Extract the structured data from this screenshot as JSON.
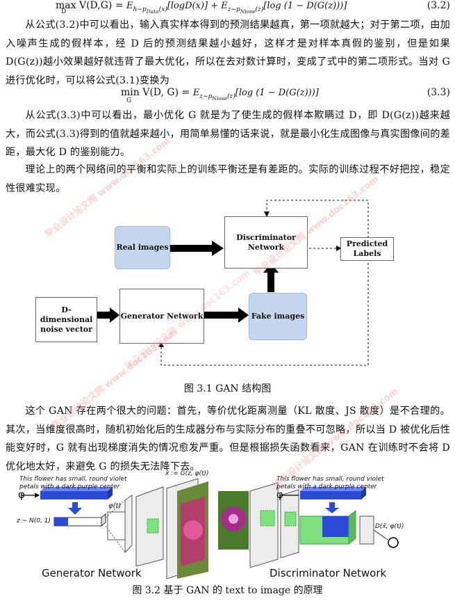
{
  "equations": {
    "eq32": {
      "lhs": "max V(D,G) = ",
      "sub": "D",
      "rhs": "E_{h~p_Data(x)}[logD(x)] + E_{z~p_Niose(z)}[log(1 − D(G(z)))]",
      "num": "(3.2)"
    },
    "eq33": {
      "lhs": "min V(D,G) = ",
      "sub": "G",
      "rhs": "E_{z~p_Niose(z)}[log(1 − D(G(z)))]",
      "num": "(3.3)"
    }
  },
  "paragraphs": {
    "p1": "从公式(3.2)中可以看出，输入真实样本得到的预测结果越真，第一项就越大；对于第二项，由加入噪声生成的假样本，经 D 后的预测结果越小越好，这样才是对样本真假的鉴别，但是如果 D(G(z))越小效果越好就违背了最大优化，所以在去对数计算时，变成了式中的第二项形式。当对 G 进行优化时，可以将公式(3.1)变换为",
    "p2": "从公式(3.3)中可以看出，最小优化 G 就是为了使生成的假样本欺瞒过 D，即 D(G(z))越来越大，而公式(3.3)得到的值就越来越小，用简单易懂的话来说，就是最小化生成图像与真实图像间的差距，最大化 D 的鉴别能力。",
    "p3": "理论上的两个网络间的平衡和实际上的训练平衡还是有差距的。实际的训练过程不好把控，稳定性很难实现。",
    "p4": "这个 GAN 存在两个很大的问题：首先，等价优化距离测量（KL 散度、JS 散度）是不合理的。其次，当维度很高时，随机初始化后的生成器分布与实际分布的重叠不可忽略，所以当 D 被优化后性能变好时，G 就有出现梯度消失的情况愈发严重。但是根据损失函数看来，GAN 在训练时不会将 D 优化地太好，来避免 G 的损失无法降下去。"
  },
  "figure1": {
    "caption": "图 3.1 GAN 结构图",
    "real_images": "Real images",
    "discriminator": "Discriminator Network",
    "predicted": "Predicted Labels",
    "noise": "D-dimensional noise vector",
    "generator": "Generator Network",
    "fake_images": "Fake images"
  },
  "figure2": {
    "caption": "图 3.2 基于 GAN 的 text to image 的原理",
    "text_left": "This flower has small, round violet petals with a dark purple center",
    "text_right": "This flower has small, round violet petals with a dark purple center",
    "phi": "φ",
    "phi_t": "φ(t)",
    "z_dist": "z ∼ N(0, 1)",
    "x_hat": "x̂ := G(z, φ(t))",
    "d_out": "D(x̂, φ(t))",
    "gen_label": "Generator Network",
    "disc_label": "Discriminator Network"
  },
  "watermarks": [
    "毕业设计论文网 www.doc163.com",
    "毕业设计论文网 www.doc163.com",
    "毕业设计论文网 www.doc163.com",
    "毕业设计论文网 www.doc163.com",
    "毕业设计论文网 www.doc163.com"
  ],
  "colors": {
    "blue_box": "#c5d7ee",
    "blue_bar": "#2b4bd6",
    "watermark": "#ff7878"
  }
}
